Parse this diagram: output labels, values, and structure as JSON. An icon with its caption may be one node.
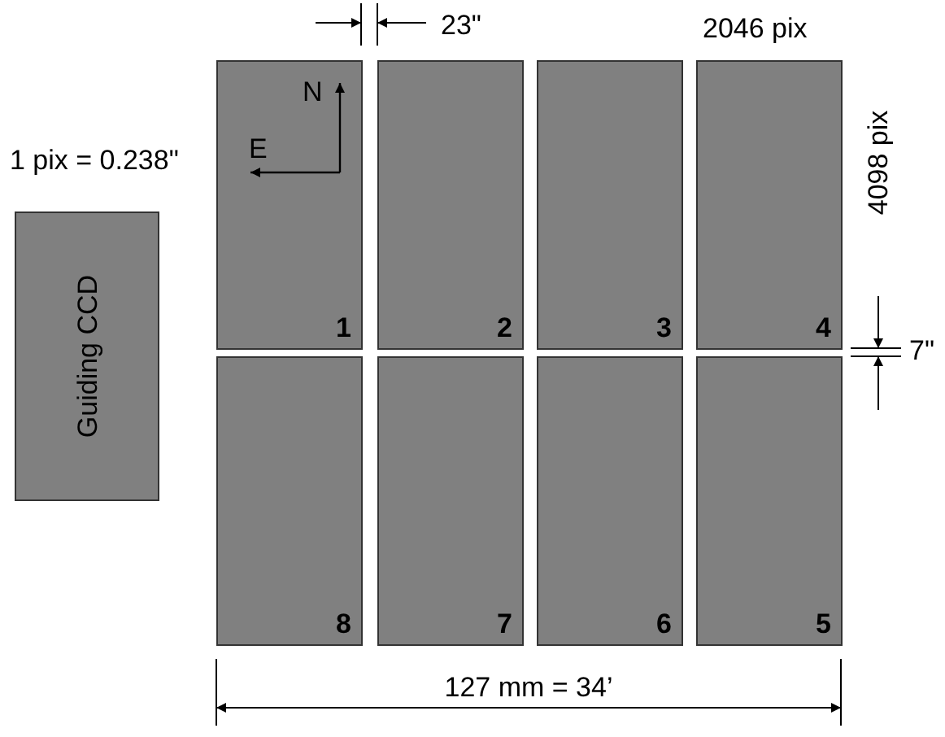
{
  "diagram": {
    "nodes": [
      {
        "text": [
          "Guiding CCD"
        ]
      },
      {
        "text": [
          "1"
        ]
      },
      {
        "text": [
          "2"
        ]
      },
      {
        "text": [
          "3"
        ]
      },
      {
        "text": [
          "4"
        ]
      },
      {
        "text": [
          "8"
        ]
      },
      {
        "text": [
          "7"
        ]
      },
      {
        "text": [
          "6"
        ]
      },
      {
        "text": [
          "5"
        ]
      }
    ],
    "labels": [
      "23\"",
      "2046 pix",
      "1 pix = 0.238\"",
      "N",
      "E",
      "4098 pix",
      "7\"",
      "127 mm = 34’"
    ]
  }
}
